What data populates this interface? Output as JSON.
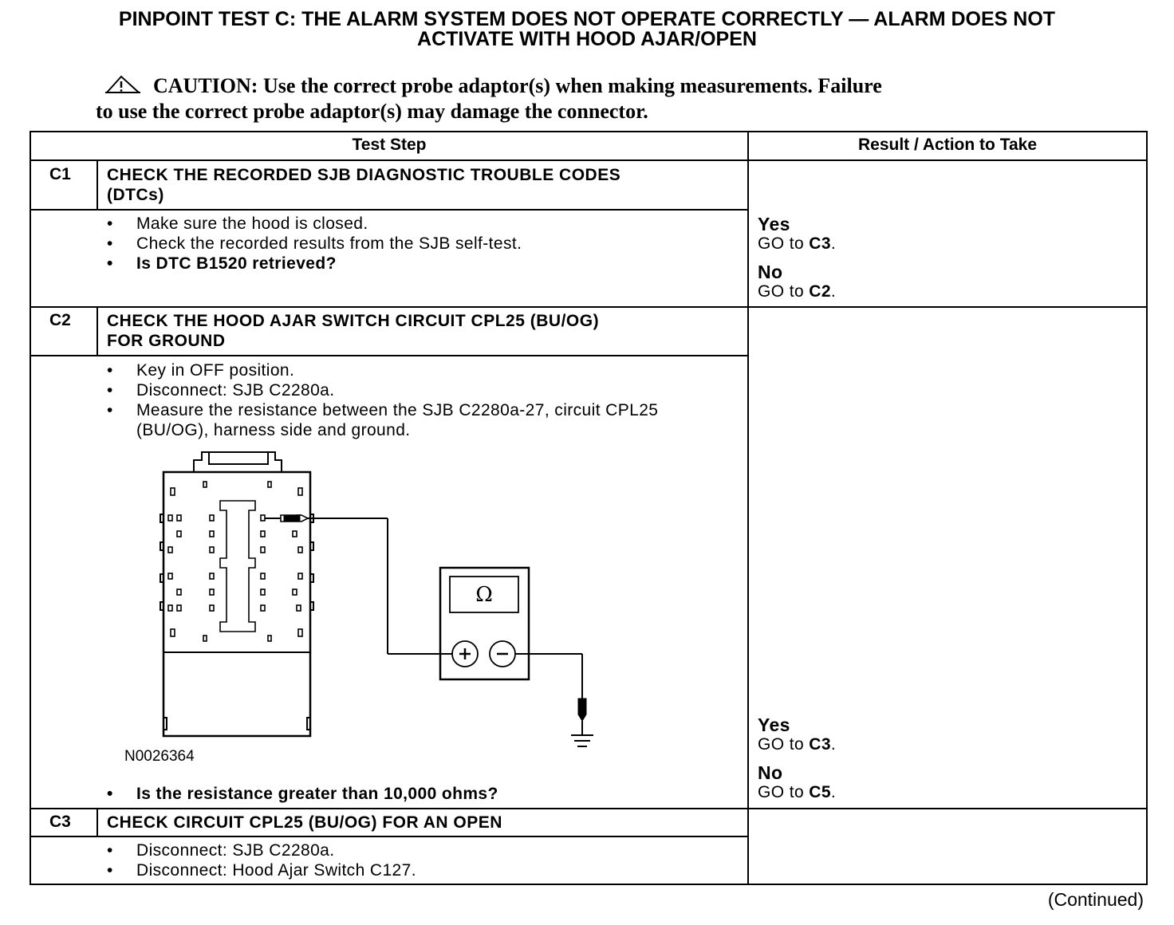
{
  "title": {
    "line1": "PINPOINT TEST  C: THE ALARM SYSTEM DOES NOT OPERATE CORRECTLY — ALARM DOES NOT",
    "line2": "ACTIVATE WITH HOOD AJAR/OPEN"
  },
  "caution": {
    "icon": "warning-triangle-icon",
    "line1": "CAUTION: Use the correct probe adaptor(s) when making measurements. Failure",
    "line2": "to use the correct probe adaptor(s) may damage the connector."
  },
  "table": {
    "headers": [
      "Test Step",
      "Result / Action to Take"
    ],
    "steps": [
      {
        "id": "C1",
        "title": [
          "CHECK THE RECORDED SJB DIAGNOSTIC TROUBLE CODES",
          "(DTCs)"
        ],
        "bullets": [
          "Make sure the hood is closed.",
          "Check the recorded results from the SJB self-test."
        ],
        "question": "Is DTC B1520 retrieved?",
        "results": [
          {
            "label": "Yes",
            "action_prefix": "GO to ",
            "action_step": "C3",
            "action_suffix": "."
          },
          {
            "label": "No",
            "action_prefix": "GO to ",
            "action_step": "C2",
            "action_suffix": "."
          }
        ]
      },
      {
        "id": "C2",
        "title": [
          "CHECK THE HOOD AJAR SWITCH CIRCUIT CPL25 (BU/OG)",
          "FOR GROUND"
        ],
        "bullets": [
          "Key in OFF position.",
          "Disconnect: SJB C2280a.",
          "Measure the resistance between the SJB C2280a-27, circuit CPL25 (BU/OG), harness side and ground."
        ],
        "figure_id": "N0026364",
        "meter_symbol": "Ω",
        "question": "Is the resistance greater than 10,000 ohms?",
        "results": [
          {
            "label": "Yes",
            "action_prefix": "GO to ",
            "action_step": "C3",
            "action_suffix": "."
          },
          {
            "label": "No",
            "action_prefix": "GO to ",
            "action_step": "C5",
            "action_suffix": "."
          }
        ]
      },
      {
        "id": "C3",
        "title": [
          "CHECK CIRCUIT CPL25 (BU/OG) FOR AN OPEN"
        ],
        "bullets": [
          "Disconnect: SJB C2280a.",
          "Disconnect: Hood Ajar Switch C127."
        ]
      }
    ]
  },
  "footer": "(Continued)"
}
